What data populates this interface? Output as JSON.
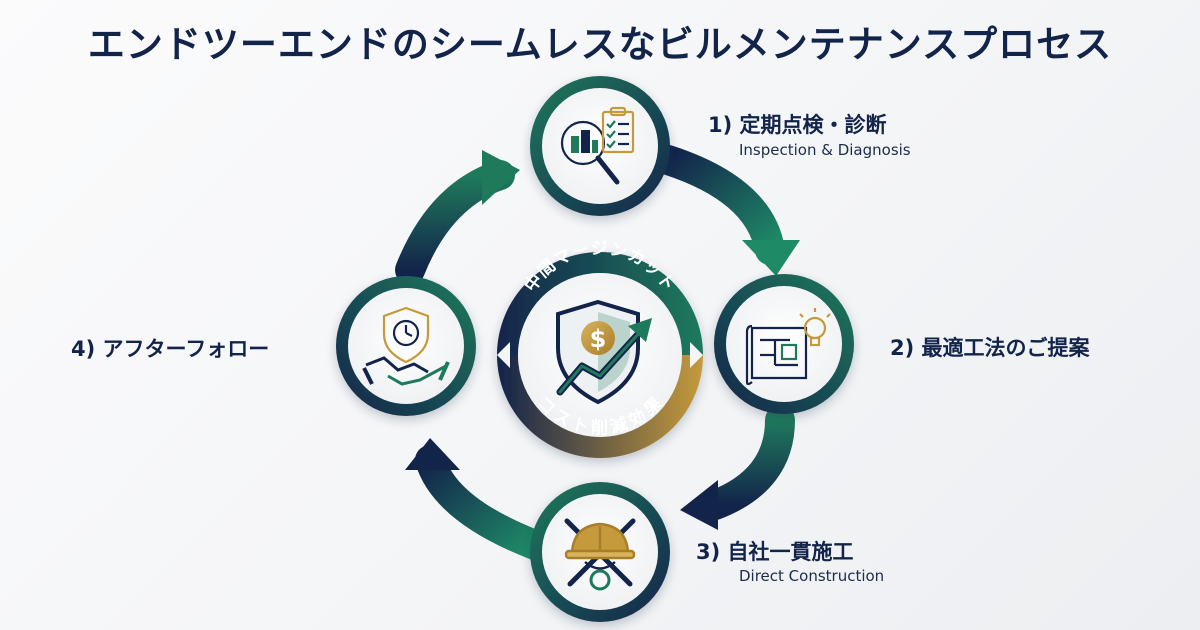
{
  "title": "エンドツーエンドのシームレスなビルメンテナンスプロセス",
  "steps": [
    {
      "label": "1) 定期点検・診断",
      "sub": "Inspection & Diagnosis",
      "icon": "building-inspection-icon"
    },
    {
      "label": "2) 最適工法のご提案",
      "sub": "",
      "icon": "blueprint-lightbulb-icon"
    },
    {
      "label": "3) 自社一貫施工",
      "sub": "Direct Construction",
      "icon": "hardhat-tools-icon"
    },
    {
      "label": "4) アフターフォロー",
      "sub": "",
      "icon": "handshake-clock-shield-icon"
    }
  ],
  "center": {
    "top_text": "中間マージンカット",
    "bottom_text": "コスト削減効果",
    "icon": "shield-dollar-growth-icon"
  },
  "colors": {
    "navy": "#13244b",
    "green": "#1f7a5c",
    "gold": "#c59a3c"
  }
}
